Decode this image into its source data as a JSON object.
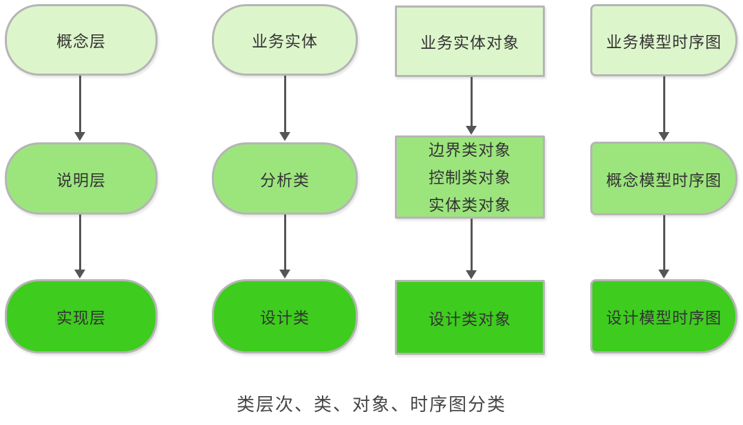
{
  "caption": "类层次、类、对象、时序图分类",
  "icons": {
    "arrow_head": "filled-triangle-down"
  },
  "colors": {
    "fill_light": "#ddf5cb",
    "fill_medium": "#9ce57d",
    "fill_bright": "#3ecc1e",
    "border": "#b5b5b5",
    "arrow": "#555555",
    "text": "#333333",
    "caption": "#454545",
    "background": "#ffffff"
  },
  "columns": [
    {
      "name": "class-hierarchy",
      "shape": "stadium",
      "nodes": [
        {
          "label": "概念层",
          "level": "light"
        },
        {
          "label": "说明层",
          "level": "medium"
        },
        {
          "label": "实现层",
          "level": "bright"
        }
      ]
    },
    {
      "name": "class",
      "shape": "stadium",
      "nodes": [
        {
          "label": "业务实体",
          "level": "light"
        },
        {
          "label": "分析类",
          "level": "medium"
        },
        {
          "label": "设计类",
          "level": "bright"
        }
      ]
    },
    {
      "name": "object",
      "shape": "rect",
      "nodes": [
        {
          "label": "业务实体对象",
          "level": "light"
        },
        {
          "lines": [
            "边界类对象",
            "控制类对象",
            "实体类对象"
          ],
          "level": "medium"
        },
        {
          "label": "设计类对象",
          "level": "bright"
        }
      ]
    },
    {
      "name": "sequence-diagram",
      "shape": "delay",
      "nodes": [
        {
          "label": "业务模型时序图",
          "level": "light"
        },
        {
          "label": "概念模型时序图",
          "level": "medium"
        },
        {
          "label": "设计模型时序图",
          "level": "bright"
        }
      ]
    }
  ]
}
